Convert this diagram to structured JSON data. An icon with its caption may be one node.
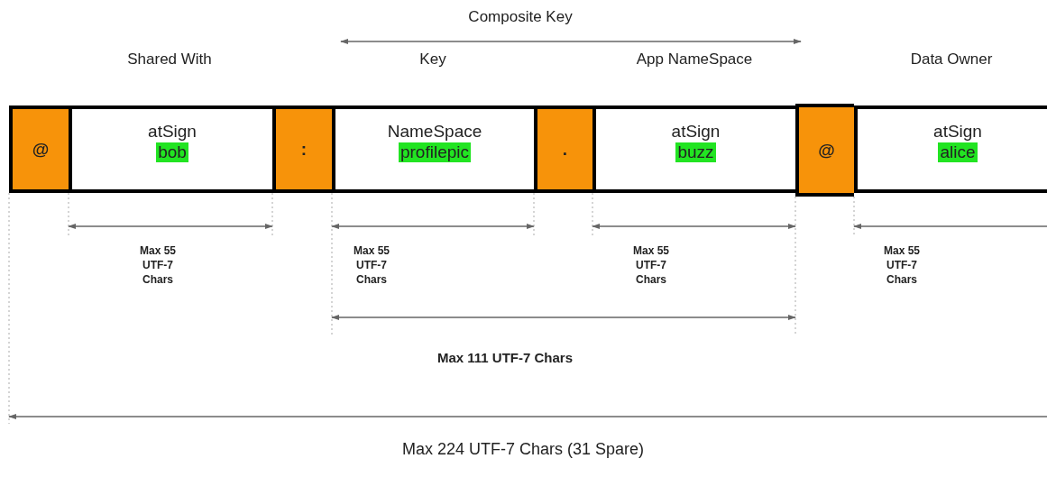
{
  "diagram": {
    "nodes": [
      {
        "text": [
          "@"
        ]
      },
      {
        "text": [
          "atSign",
          "bob"
        ],
        "beside": [
          "Shared With"
        ]
      },
      {
        "text": [
          ":"
        ]
      },
      {
        "text": [
          "NameSpace",
          "profilepic"
        ],
        "beside": [
          "Key"
        ]
      },
      {
        "text": [
          "."
        ]
      },
      {
        "text": [
          "atSign",
          "buzz"
        ],
        "beside": [
          "App NameSpace"
        ]
      },
      {
        "text": [
          "@"
        ]
      },
      {
        "text": [
          "atSign",
          "alice"
        ],
        "beside": [
          "Data Owner"
        ]
      }
    ],
    "labels": [
      "Composite Key",
      "Max 55 UTF-7 Chars",
      "Max 55 UTF-7 Chars",
      "Max 55 UTF-7 Chars",
      "Max 55 UTF-7 Chars",
      "Max 111 UTF-7 Chars",
      "Max 224 UTF-7 Chars (31 Spare)"
    ]
  }
}
